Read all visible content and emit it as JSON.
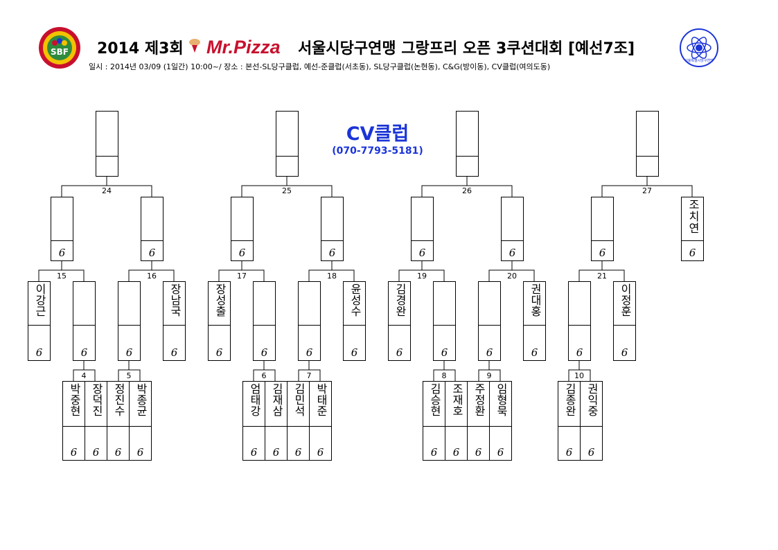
{
  "header": {
    "year": "2014",
    "edition": "제3회",
    "brand": "Mr.Pizza",
    "event": "서울시당구연맹 그랑프리 오픈 3쿠션대회 [예선7조]",
    "schedule": "일시 : 2014년 03/09 (1일간) 10:00~/ 장소 : 본선-SL당구클럽, 예선-준클럽(서초동), SL당구클럽(논현동), C&G(방이동), CV클럽(여의도동)",
    "left_logo_text": "SBF",
    "right_logo_text": "서울특별시당구연맹"
  },
  "venue": {
    "name": "CV클럽",
    "phone": "(070-7793-5181)"
  },
  "score_mark": "6",
  "final_slots": [
    {
      "id": "f24",
      "name": ""
    },
    {
      "id": "f25",
      "name": ""
    },
    {
      "id": "f26",
      "name": ""
    },
    {
      "id": "f27",
      "name": ""
    }
  ],
  "matches": {
    "m4": "4",
    "m5": "5",
    "m6": "6",
    "m7": "7",
    "m8": "8",
    "m9": "9",
    "m10": "10",
    "m15": "15",
    "m16": "16",
    "m17": "17",
    "m18": "18",
    "m19": "19",
    "m20": "20",
    "m21": "21",
    "m24": "24",
    "m25": "25",
    "m26": "26",
    "m27": "27"
  },
  "players": {
    "r3": [
      "",
      "",
      "",
      "",
      "",
      "",
      "",
      ""
    ],
    "r2": [
      "이강근",
      "",
      "",
      "장남국",
      "장성출",
      "",
      "",
      "윤성수",
      "김경완",
      "",
      "",
      "권대홍",
      "",
      "이정훈"
    ],
    "r2_extra": "조치연",
    "r1_group1": [
      "박중현",
      "장덕진",
      "정진수",
      "박종균"
    ],
    "r1_group2": [
      "엄태강",
      "김재삼",
      "김민석",
      "박태준"
    ],
    "r1_group3": [
      "김승현",
      "조재호",
      "주정환",
      "임형묵"
    ],
    "r1_group4": [
      "김종완",
      "권익중"
    ]
  }
}
